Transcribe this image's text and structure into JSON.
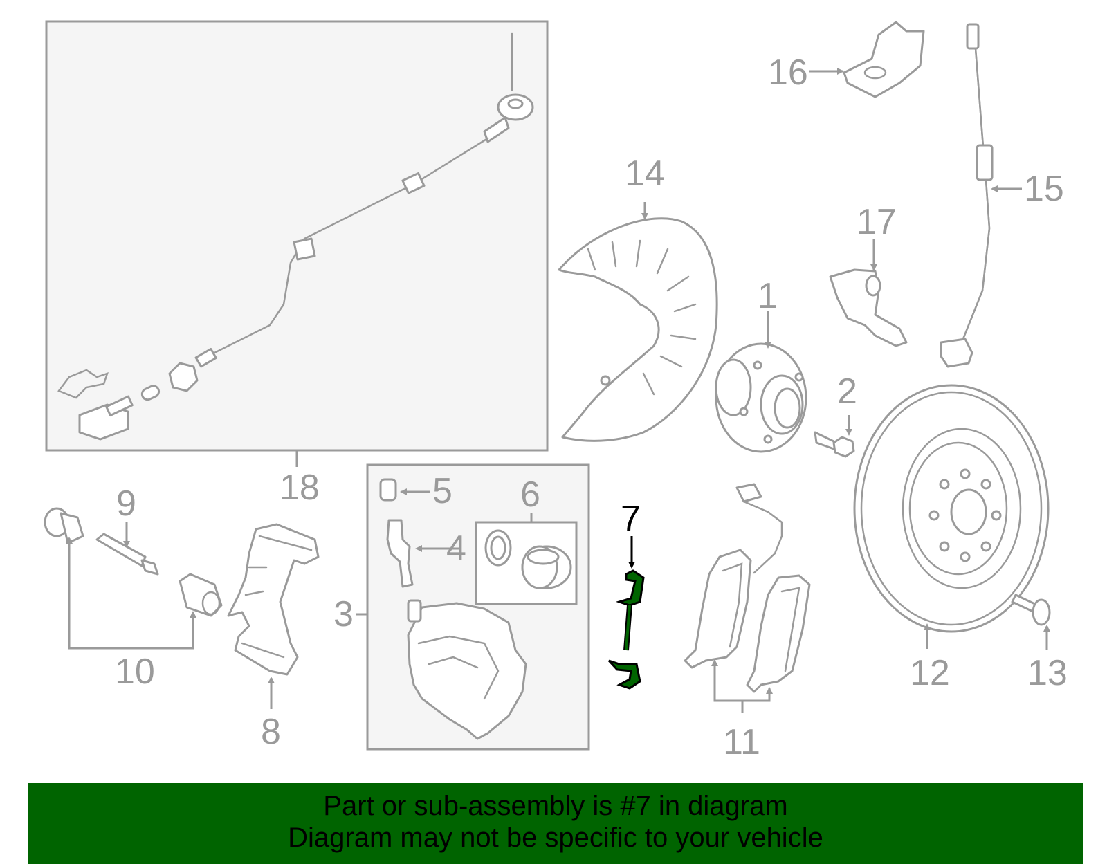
{
  "labels": {
    "p1": "1",
    "p2": "2",
    "p3": "3",
    "p4": "4",
    "p5": "5",
    "p6": "6",
    "p7": "7",
    "p8": "8",
    "p9": "9",
    "p10": "10",
    "p11": "11",
    "p12": "12",
    "p13": "13",
    "p14": "14",
    "p15": "15",
    "p16": "16",
    "p17": "17",
    "p18": "18"
  },
  "highlight": {
    "part": "7",
    "color": "#006400"
  },
  "banner": {
    "line1": "Part or sub-assembly is #7 in diagram",
    "line2": "Diagram may not be specific to your vehicle",
    "background": "#006400"
  }
}
